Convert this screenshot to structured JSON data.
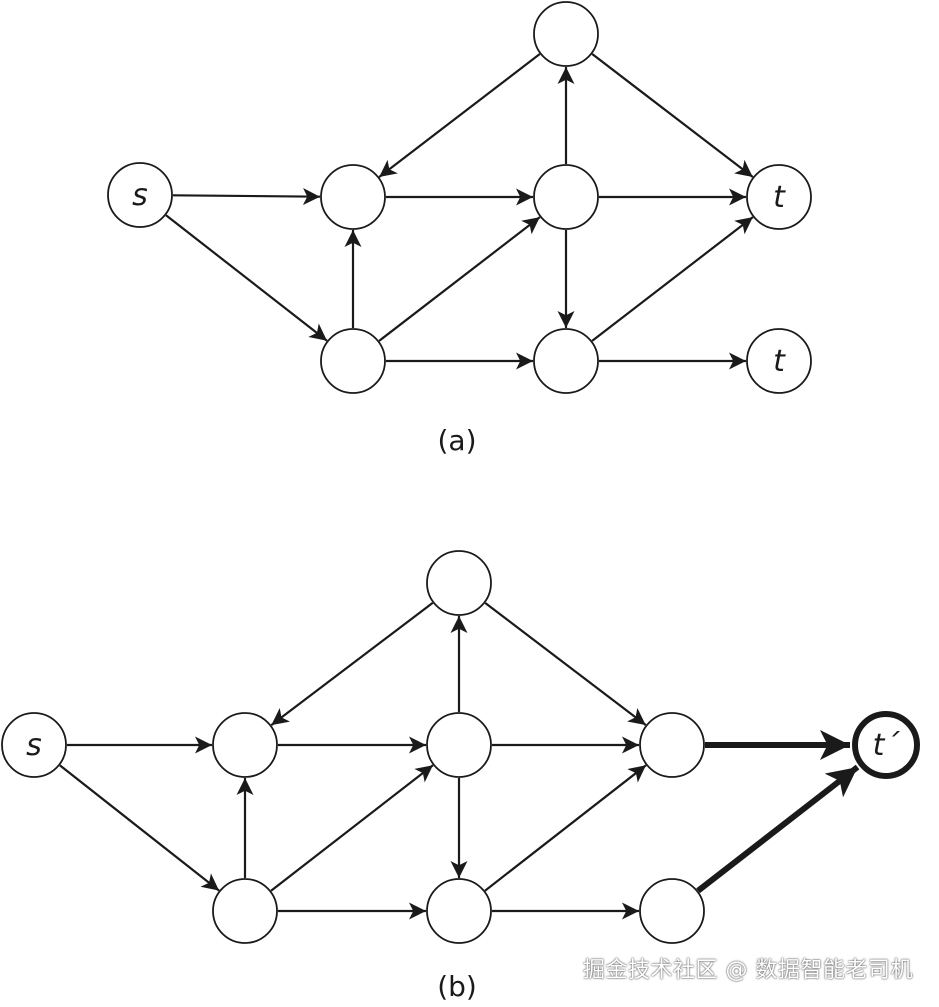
{
  "figure_a": {
    "caption": "(a)",
    "nodes": [
      {
        "id": "s",
        "label": "s"
      },
      {
        "id": "a1",
        "label": ""
      },
      {
        "id": "a2",
        "label": ""
      },
      {
        "id": "a3",
        "label": ""
      },
      {
        "id": "a4",
        "label": ""
      },
      {
        "id": "a5",
        "label": ""
      },
      {
        "id": "t1",
        "label": "t"
      },
      {
        "id": "t2",
        "label": "t"
      }
    ],
    "edges": [
      {
        "from": "s",
        "to": "a1"
      },
      {
        "from": "s",
        "to": "a4"
      },
      {
        "from": "a4",
        "to": "a1"
      },
      {
        "from": "a4",
        "to": "a2"
      },
      {
        "from": "a4",
        "to": "a5"
      },
      {
        "from": "a1",
        "to": "a2"
      },
      {
        "from": "a3",
        "to": "a1"
      },
      {
        "from": "a3",
        "to": "t1"
      },
      {
        "from": "a2",
        "to": "a3"
      },
      {
        "from": "a2",
        "to": "t1"
      },
      {
        "from": "a2",
        "to": "a5"
      },
      {
        "from": "a5",
        "to": "t1"
      },
      {
        "from": "a5",
        "to": "t2"
      }
    ]
  },
  "figure_b": {
    "caption": "(b)",
    "nodes": [
      {
        "id": "s",
        "label": "s"
      },
      {
        "id": "b1",
        "label": ""
      },
      {
        "id": "b2",
        "label": ""
      },
      {
        "id": "b3",
        "label": ""
      },
      {
        "id": "b4",
        "label": ""
      },
      {
        "id": "b5",
        "label": ""
      },
      {
        "id": "b6",
        "label": ""
      },
      {
        "id": "b7",
        "label": ""
      },
      {
        "id": "tp",
        "label": "t´",
        "bold": true
      }
    ],
    "edges": [
      {
        "from": "s",
        "to": "b1"
      },
      {
        "from": "s",
        "to": "b4"
      },
      {
        "from": "b4",
        "to": "b1"
      },
      {
        "from": "b4",
        "to": "b2"
      },
      {
        "from": "b4",
        "to": "b5"
      },
      {
        "from": "b1",
        "to": "b2"
      },
      {
        "from": "b3",
        "to": "b1"
      },
      {
        "from": "b3",
        "to": "b6"
      },
      {
        "from": "b2",
        "to": "b3"
      },
      {
        "from": "b2",
        "to": "b6"
      },
      {
        "from": "b2",
        "to": "b5"
      },
      {
        "from": "b5",
        "to": "b6"
      },
      {
        "from": "b5",
        "to": "b7"
      },
      {
        "from": "b6",
        "to": "tp",
        "bold": true
      },
      {
        "from": "b7",
        "to": "tp",
        "bold": true
      }
    ]
  },
  "watermark": "掘金技术社区 @ 数据智能老司机",
  "colors": {
    "stroke": "#1a1a1a",
    "background": "#ffffff"
  }
}
